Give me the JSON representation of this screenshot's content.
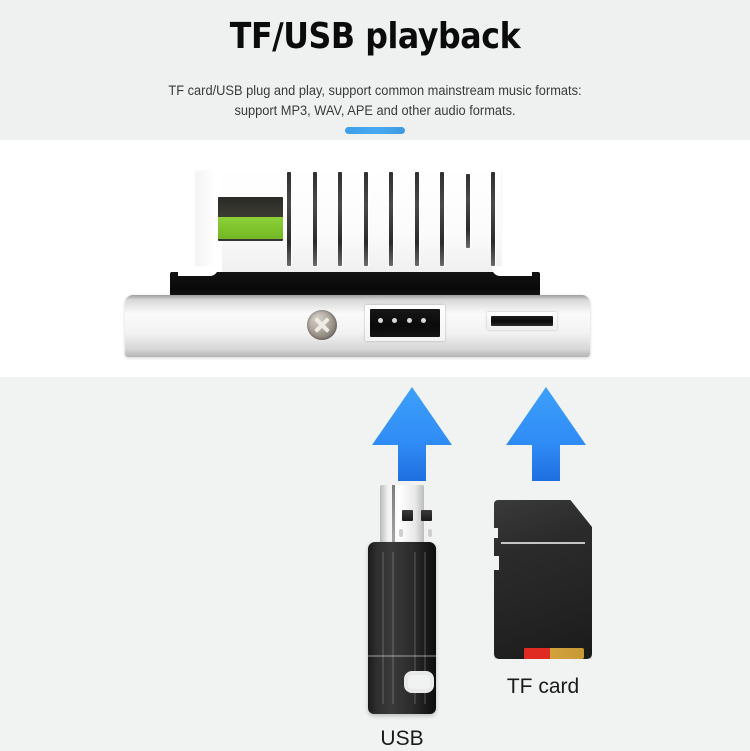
{
  "header": {
    "title": "TF/USB playback",
    "subtitle_line1": "TF card/USB plug and play, support common mainstream music formats:",
    "subtitle_line2": "support MP3, WAV, APE and other audio formats.",
    "accent_color": "#3d9fe8",
    "background_color": "#eff1f1"
  },
  "product_photo": {
    "background_color": "#ffffff",
    "module": {
      "name": "white-vented-amplifier-module",
      "vent_slot_count": 9,
      "terminal_block_color": "#7ec32c"
    },
    "faceplate": {
      "name": "silver-front-panel",
      "color": "#f2f2f2",
      "screw_label": "cross-head-screw",
      "usb_port_label": "usb-a-port",
      "usb_contact_count": 4,
      "tf_slot_label": "tf-card-slot"
    }
  },
  "lower": {
    "background_color": "#f1f2f2",
    "arrow_color_top": "#3da0fb",
    "arrow_color_bottom": "#1f6fe0",
    "arrows": [
      {
        "name": "arrow-to-usb-port",
        "points_to": "usb-a-port"
      },
      {
        "name": "arrow-to-tf-slot",
        "points_to": "tf-card-slot"
      }
    ],
    "items": [
      {
        "name": "usb-flash-drive",
        "label": "USB",
        "body_color": "#2b2b2b",
        "connector_color": "#e8e8e8"
      },
      {
        "name": "tf-memory-card",
        "label": "TF card",
        "body_color": "#242424",
        "stripe_colors": [
          "#e02b22",
          "#c79a35"
        ]
      }
    ]
  }
}
